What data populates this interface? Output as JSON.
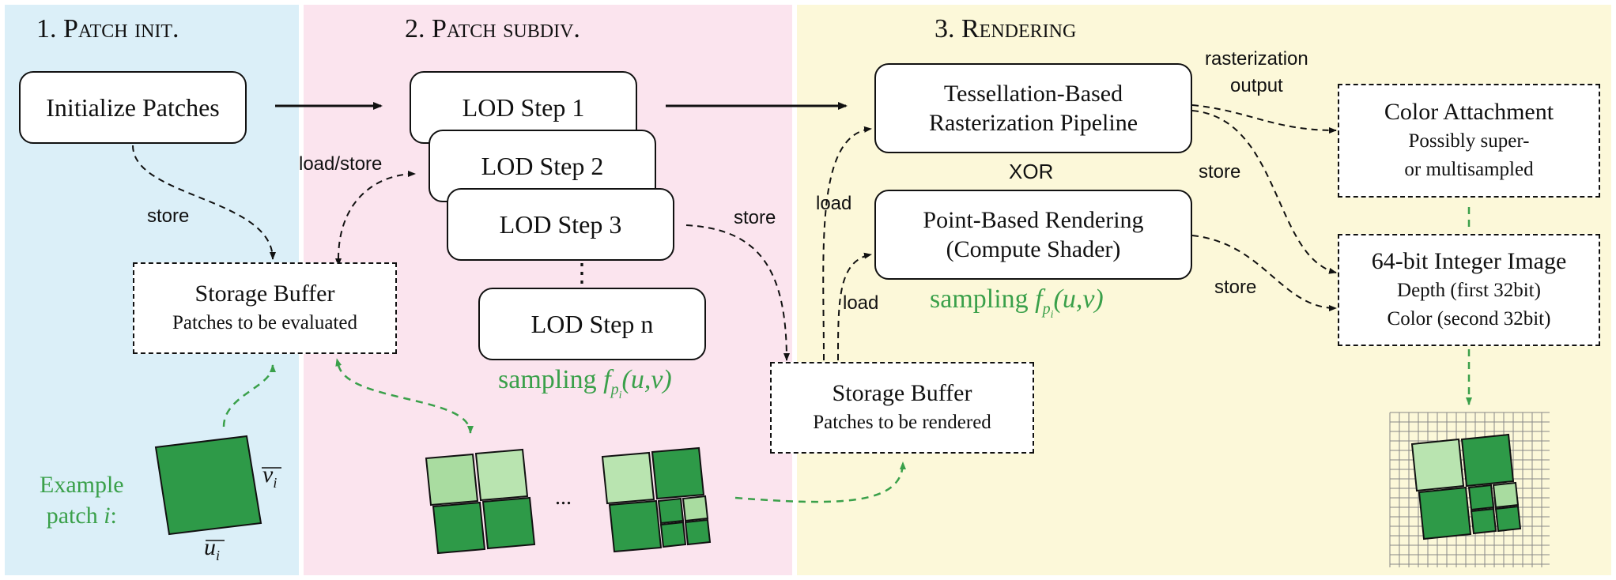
{
  "panels": [
    {
      "num": "1.",
      "title": "Patch init.",
      "color": "#dbeff8"
    },
    {
      "num": "2.",
      "title": "Patch subdiv.",
      "color": "#fbe4ee"
    },
    {
      "num": "3.",
      "title": "Rendering",
      "color": "#fcf8d9"
    }
  ],
  "init_box": "Initialize Patches",
  "storage_eval": {
    "title": "Storage Buffer",
    "subtitle": "Patches to be evaluated"
  },
  "example": {
    "line1": "Example",
    "line2": "patch",
    "var": "i",
    "colon": ":",
    "u_label": "u",
    "v_label": "v",
    "sub": "i"
  },
  "lod_steps": [
    "LOD Step 1",
    "LOD Step 2",
    "LOD Step 3",
    "LOD Step n"
  ],
  "vdots": "⋮",
  "ellipsis": "...",
  "sampling": {
    "word": "sampling",
    "f": "f",
    "p": "p",
    "i": "i",
    "args": "(u,v)"
  },
  "storage_render": {
    "title": "Storage Buffer",
    "subtitle": "Patches to be rendered"
  },
  "tess_box": {
    "line1": "Tessellation-Based",
    "line2": "Rasterization Pipeline"
  },
  "xor": "XOR",
  "point_box": {
    "line1": "Point-Based Rendering",
    "line2": "(Compute Shader)"
  },
  "color_attach": {
    "title": "Color Attachment",
    "line1": "Possibly super-",
    "line2": "or multisampled"
  },
  "int_image": {
    "title": "64-bit Integer Image",
    "line1": "Depth (first 32bit)",
    "line2": "Color (second 32bit)"
  },
  "labels": {
    "store_init": "store",
    "load_store": "load/store",
    "store_lod": "store",
    "load_tess": "load",
    "load_point": "load",
    "raster_output_1": "rasterization",
    "raster_output_2": "output",
    "store_tess": "store",
    "store_point": "store"
  },
  "colors": {
    "green_dark": "#2e9a48",
    "green_light": "#a9dca0",
    "accent_green": "#3aa04a",
    "line": "#111111"
  }
}
